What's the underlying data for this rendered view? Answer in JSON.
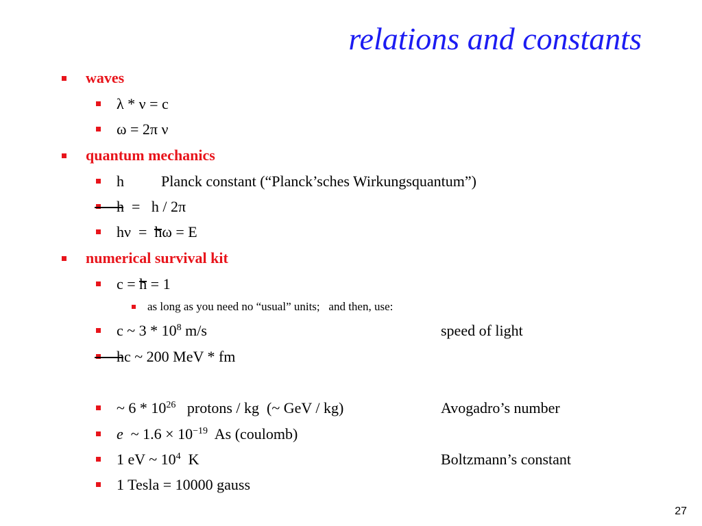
{
  "title": "relations and constants",
  "sections": {
    "waves": {
      "heading": "waves",
      "items": [
        "λ * ν  =  c",
        "ω = 2π ν"
      ]
    },
    "qm": {
      "heading": "quantum mechanics",
      "planck_symbol": "h",
      "planck_desc": "Planck constant  (“Planck’sches Wirkungsquantum”)",
      "hbar_symbol": "h",
      "hbar_def": "  =   h / 2π",
      "energy_pre": "hν  =  ",
      "energy_hbar": "h",
      "energy_post": "ω = E"
    },
    "nsk": {
      "heading": "numerical survival kit",
      "units_pre": "c = ",
      "units_hbar": "h",
      "units_post": " = 1",
      "units_note": "as long as you need no “usual” units;   and then, use:",
      "c_pre": "c  ~ 3 * 10",
      "c_exp": "8",
      "c_post": " m/s",
      "c_desc": "speed of light",
      "hc_hbar": "h",
      "hc_post": "c ~ 200 MeV * fm",
      "avo_pre": "~ 6 * 10",
      "avo_exp": "26",
      "avo_post": "   protons / kg  (~ GeV / kg)",
      "avo_desc": "Avogadro’s number",
      "e_sym": "e",
      "e_pre": "  ~ 1.6 × 10",
      "e_exp": "−19",
      "e_post": "  As (coulomb)",
      "k_pre": "1 eV ~ 10",
      "k_exp": "4",
      "k_post": "  K",
      "k_desc": "Boltzmann’s constant",
      "tesla": "1 Tesla = 10000 gauss"
    }
  },
  "page_number": "27",
  "colors": {
    "title": "#1c1cf2",
    "heading": "#e8141b",
    "bullet": "#e8141b"
  }
}
